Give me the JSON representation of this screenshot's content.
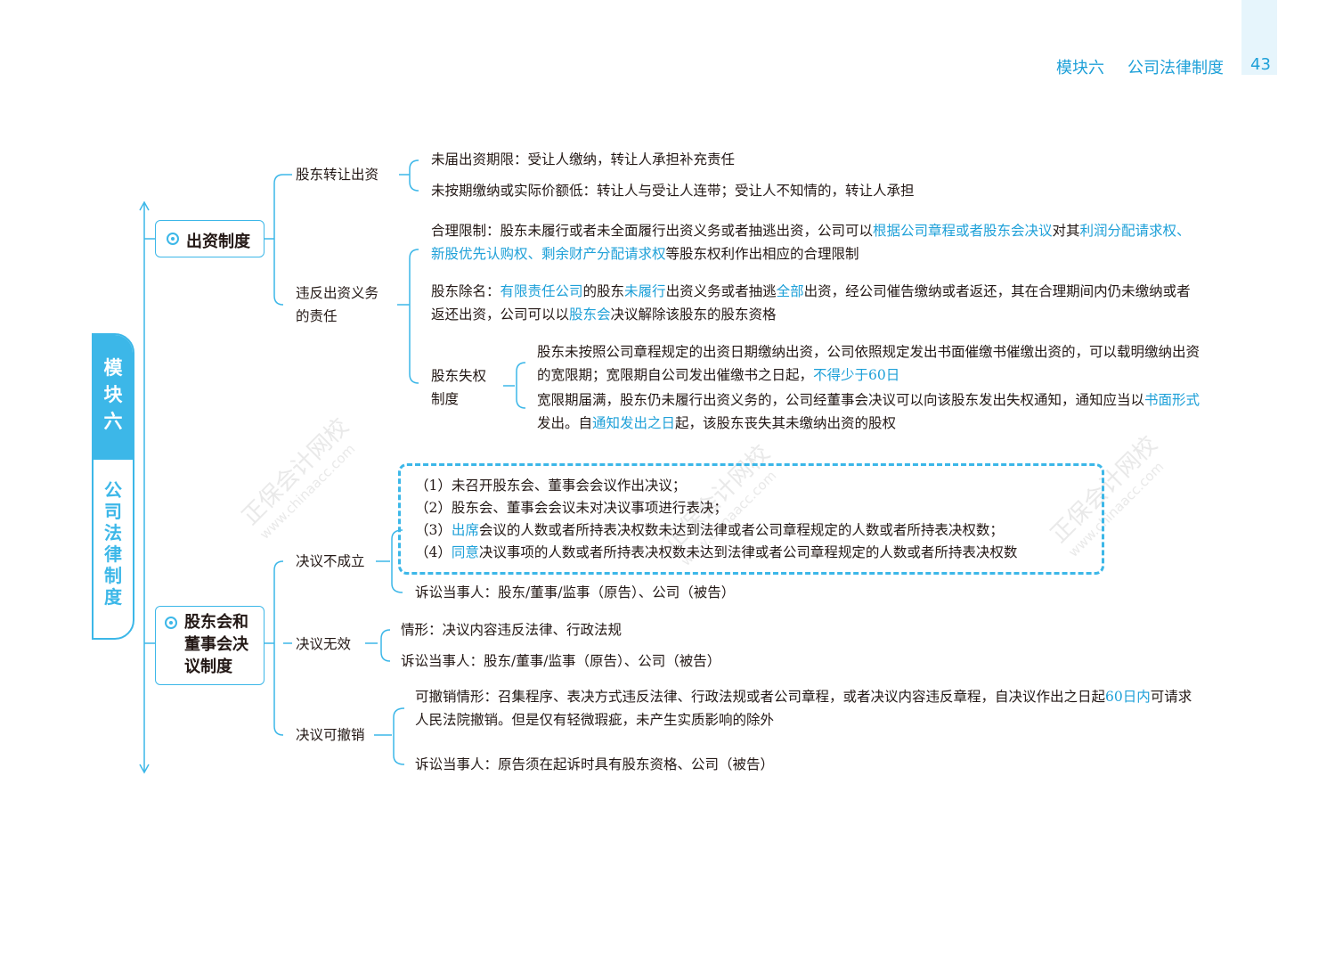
{
  "header": {
    "module": "模块六",
    "chapter": "公司法律制度",
    "page_number": "43"
  },
  "sidebar": {
    "module_chars": [
      "模",
      "块",
      "六"
    ],
    "title_chars": [
      "公",
      "司",
      "法",
      "律",
      "制",
      "度"
    ]
  },
  "watermark": {
    "text": "正保会计网校",
    "url": "www.chinaacc.com"
  },
  "section1": {
    "title": "出资制度",
    "transfer": {
      "label": "股东转让出资",
      "items": [
        "未届出资期限：受让人缴纳，转让人承担补充责任",
        "未按期缴纳或实际价额低：转让人与受让人连带；受让人不知情的，转让人承担"
      ]
    },
    "violation": {
      "label1": "违反出资义务",
      "label2": "的责任",
      "reasonable": {
        "l1a": "合理限制：股东未履行或者未全面履行出资义务或者抽逃出资，公司可以",
        "l1b": "根据公司章程或者股东会决议",
        "l1c": "对其",
        "l1d": "利润分配请求权、",
        "l2a": "新股优先认购权、剩余财产分配请求权",
        "l2b": "等股东权利作出相应的合理限制"
      },
      "removal": {
        "l1a": "股东除名：",
        "l1b": "有限责任公司",
        "l1c": "的股东",
        "l1d": "未履行",
        "l1e": "出资义务或者抽逃",
        "l1f": "全部",
        "l1g": "出资，经公司催告缴纳或者返还，其在合理期间内仍未缴纳或者",
        "l2a": "返还出资，公司可以以",
        "l2b": "股东会",
        "l2c": "决议解除该股东的股东资格"
      },
      "forfeit": {
        "label1": "股东失权",
        "label2": "制度",
        "p1l1": "股东未按照公司章程规定的出资日期缴纳出资，公司依照规定发出书面催缴书催缴出资的，可以载明缴纳出资",
        "p1l2a": "的宽限期；宽限期自公司发出催缴书之日起，",
        "p1l2b": "不得少于60日",
        "p2l1a": "宽限期届满，股东仍未履行出资义务的，公司经董事会决议可以向该股东发出失权通知，通知应当以",
        "p2l1b": "书面形式",
        "p2l2a": "发出。自",
        "p2l2b": "通知发出之日",
        "p2l2c": "起，该股东丧失其未缴纳出资的股权"
      }
    }
  },
  "section2": {
    "title_lines": [
      "股东会和",
      "董事会决",
      "议制度"
    ],
    "not_formed": {
      "label": "决议不成立",
      "c1": "（1）未召开股东会、董事会会议作出决议；",
      "c2": "（2）股东会、董事会会议未对决议事项进行表决；",
      "c3a": "（3）",
      "c3b": "出席",
      "c3c": "会议的人数或者所持表决权数未达到法律或者公司章程规定的人数或者所持表决权数；",
      "c4a": "（4）",
      "c4b": "同意",
      "c4c": "决议事项的人数或者所持表决权数未达到法律或者公司章程规定的人数或者所持表决权数",
      "parties": "诉讼当事人：股东/董事/监事（原告）、公司（被告）"
    },
    "invalid": {
      "label": "决议无效",
      "situation": "情形：决议内容违反法律、行政法规",
      "parties": "诉讼当事人：股东/董事/监事（原告）、公司（被告）"
    },
    "revocable": {
      "label": "决议可撤销",
      "l1a": "可撤销情形：召集程序、表决方式违反法律、行政法规或者公司章程，或者决议内容违反章程，自决议作出之日起",
      "l1b": "60日内",
      "l1c": "可请求",
      "l2": "人民法院撤销。但是仅有轻微瑕疵，未产生实质影响的除外",
      "parties": "诉讼当事人：原告须在起诉时具有股东资格、公司（被告）"
    }
  }
}
